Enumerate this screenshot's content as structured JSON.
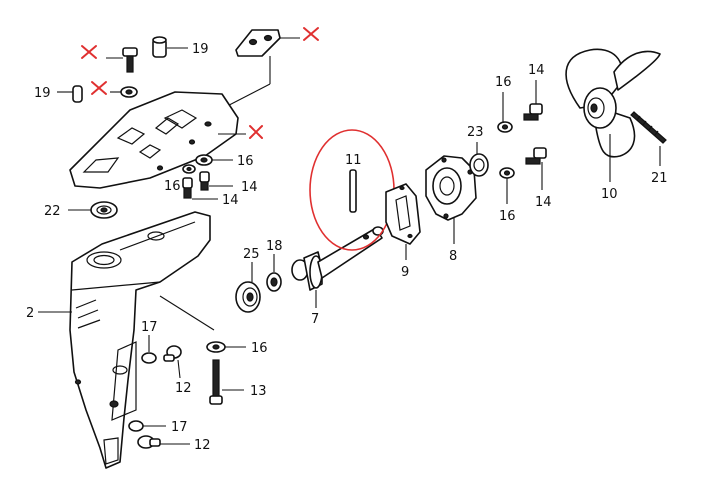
{
  "labels": {
    "p19a": "19",
    "p19b": "19",
    "p16a": "16",
    "p16b": "16",
    "p16c": "16",
    "p16d": "16",
    "p16e": "16",
    "p14a": "14",
    "p14b": "14",
    "p14c": "14",
    "p14d": "14",
    "p22": "22",
    "p2": "2",
    "p17a": "17",
    "p17b": "17",
    "p12a": "12",
    "p12b": "12",
    "p13": "13",
    "p25": "25",
    "p18": "18",
    "p7": "7",
    "p11": "11",
    "p9": "9",
    "p8": "8",
    "p23": "23",
    "p10": "10",
    "p21": "21"
  },
  "highlight_color": "#e03030",
  "line_color": "#111111"
}
